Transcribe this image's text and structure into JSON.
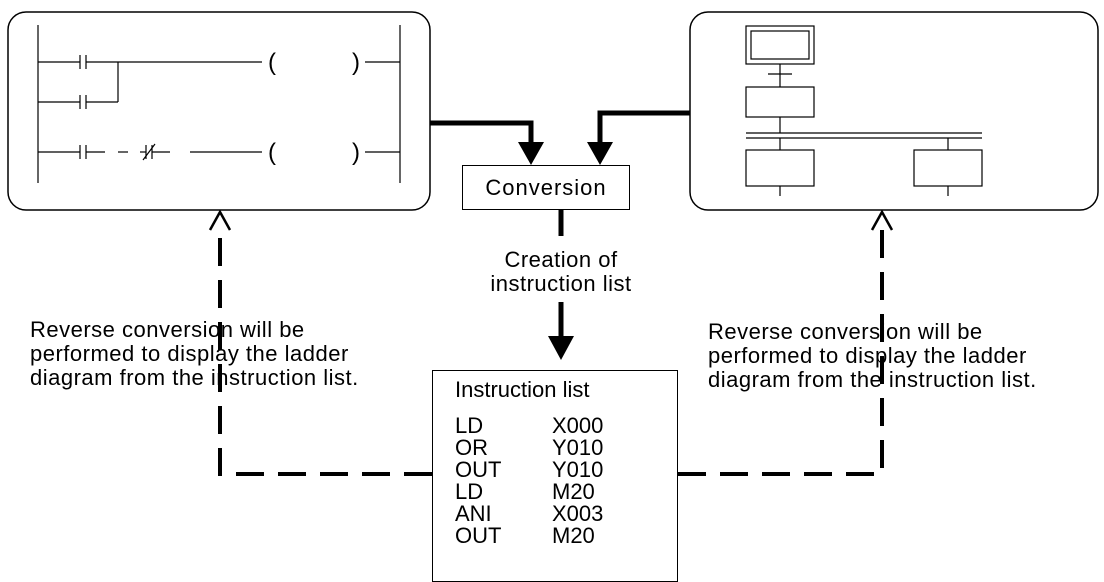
{
  "conversion_box": {
    "label": "Conversion"
  },
  "creation_label": {
    "line1": "Creation of",
    "line2": "instruction list"
  },
  "reverse_note_left": {
    "line1": "Reverse conversion will be",
    "line2": "performed to display the ladder",
    "line3": "diagram from the instruction list."
  },
  "reverse_note_right": {
    "line1": "Reverse conversion will be",
    "line2": "performed to display the ladder",
    "line3": "diagram from the instruction list."
  },
  "instruction_list": {
    "title": "Instruction list",
    "rows": [
      {
        "op": "LD",
        "arg": "X000"
      },
      {
        "op": "OR",
        "arg": "Y010"
      },
      {
        "op": "OUT",
        "arg": "Y010"
      },
      {
        "op": "LD",
        "arg": "M20"
      },
      {
        "op": "ANI",
        "arg": "X003"
      },
      {
        "op": "OUT",
        "arg": "M20"
      }
    ]
  },
  "ladder_panel": {
    "coil_left_glyph": "(",
    "coil_right_glyph": ")"
  }
}
